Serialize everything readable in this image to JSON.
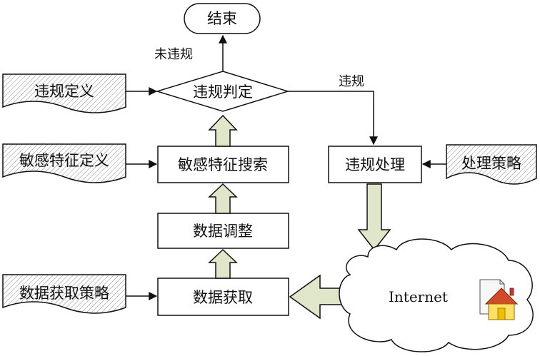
{
  "nodes": {
    "end": "结束",
    "judge": "违规判定",
    "search": "敏感特征搜索",
    "adjust": "数据调整",
    "acquire": "数据获取",
    "handle": "违规处理",
    "internet": "Internet"
  },
  "docs": {
    "violation_def": "违规定义",
    "sensitive_def": "敏感特征定义",
    "acquire_policy": "数据获取策略",
    "handle_policy": "处理策略"
  },
  "edge_labels": {
    "no_violation": "未违规",
    "violation": "违规"
  },
  "colors": {
    "block_arrow_fill": "#dfe6c9",
    "stroke": "#111111"
  }
}
